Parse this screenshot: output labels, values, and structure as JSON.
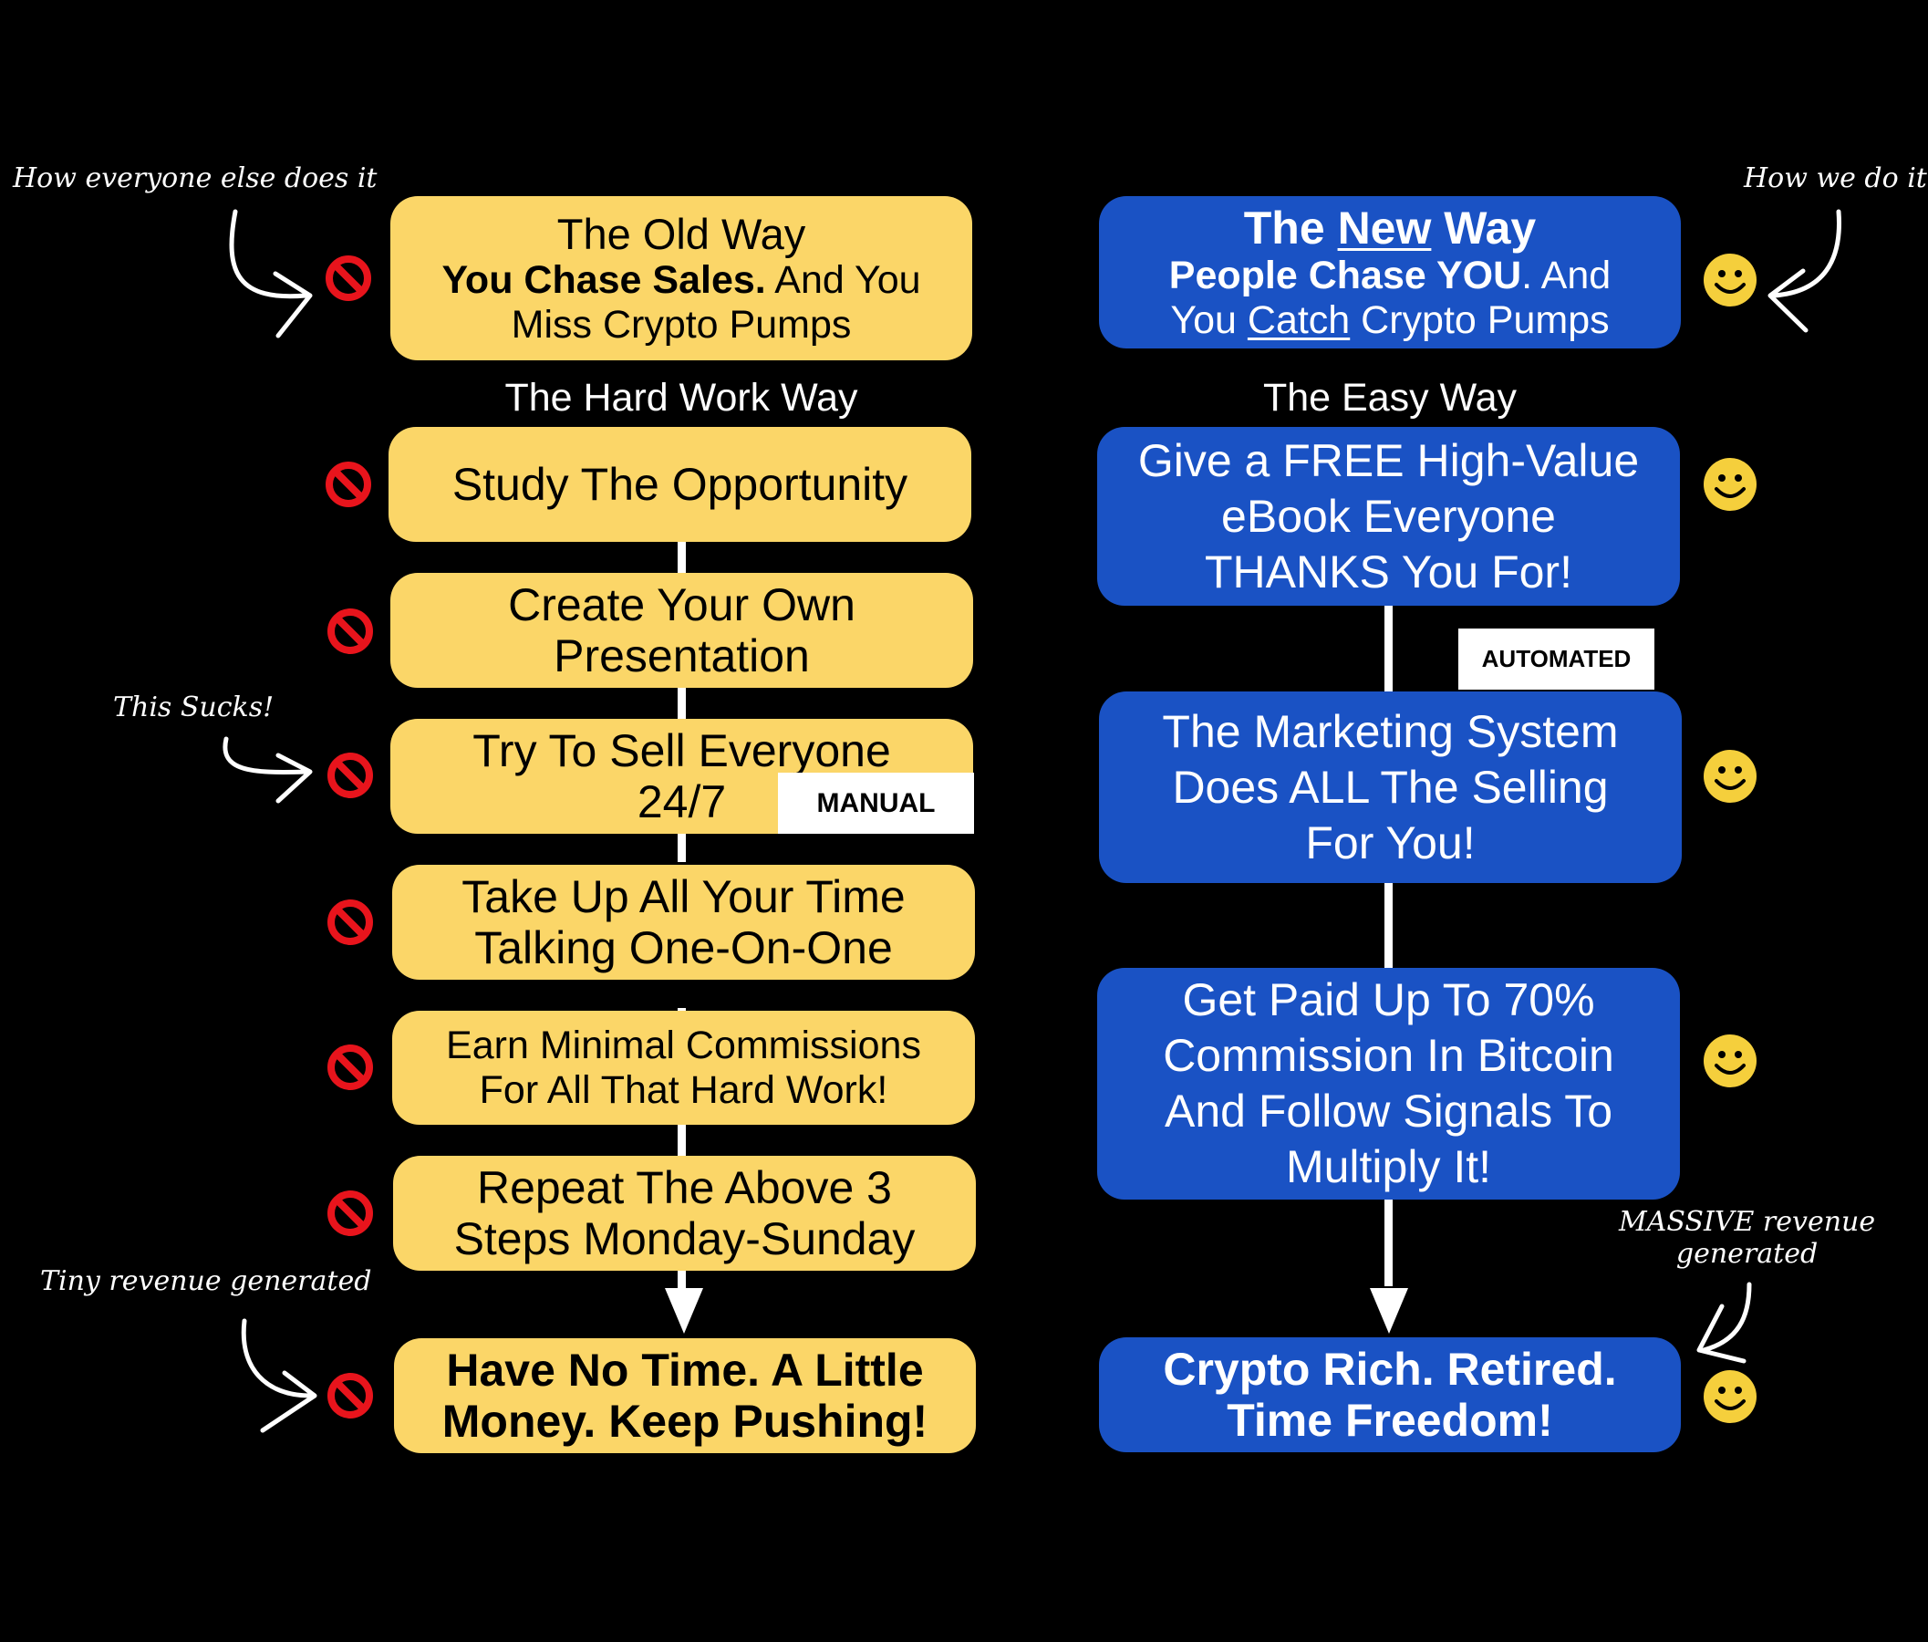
{
  "left": {
    "header": {
      "line1": "The Old Way",
      "line2_bold": "You Chase Sales.",
      "line2_rest": " And You",
      "line3": "Miss Crypto Pumps"
    },
    "subheading": "The Hard Work Way",
    "steps": [
      {
        "lines": [
          "Study The Opportunity"
        ]
      },
      {
        "lines": [
          "Create Your Own",
          "Presentation"
        ]
      },
      {
        "lines": [
          "Try To Sell Everyone",
          "24/7"
        ]
      },
      {
        "lines": [
          "Take Up All Your Time",
          "Talking One-On-One"
        ]
      },
      {
        "lines": [
          "Earn Minimal Commissions",
          "For All That Hard Work!"
        ]
      },
      {
        "lines": [
          "Repeat The Above 3",
          "Steps Monday-Sunday"
        ]
      }
    ],
    "result": {
      "lines": [
        "Have No Time. A Little",
        "Money. Keep Pushing!"
      ]
    },
    "tag": "MANUAL"
  },
  "right": {
    "header": {
      "w1": "The ",
      "w2": "New",
      "w3": " Way",
      "line2_bold": "People Chase YOU",
      "line2_rest": ". And",
      "line3a": "You ",
      "line3b": "Catch",
      "line3c": " Crypto Pumps"
    },
    "subheading": "The Easy Way",
    "steps": [
      {
        "lines": [
          "Give a FREE High-Value",
          "eBook Everyone",
          "THANKS You For!"
        ]
      },
      {
        "lines": [
          "The Marketing System",
          "Does ALL The Selling",
          "For You!"
        ]
      },
      {
        "lines": [
          "Get Paid Up To 70%",
          "Commission In Bitcoin",
          "And Follow Signals To",
          "Multiply It!"
        ]
      }
    ],
    "result": {
      "lines": [
        "Crypto Rich. Retired.",
        "Time Freedom!"
      ]
    },
    "tag": "AUTOMATED"
  },
  "notes": {
    "everyone_else": "How everyone else does it",
    "we_do": "How we do it",
    "sucks": "This Sucks!",
    "tiny": "Tiny revenue generated",
    "massive_1": "MASSIVE revenue",
    "massive_2": "generated"
  },
  "icons": {
    "left": "no-entry-icon",
    "right": "smiley-icon"
  },
  "colors": {
    "yellow": "#fbd668",
    "blue": "#1a52c4",
    "no_entry": "#e8141c",
    "smiley": "#f5cf3c"
  }
}
